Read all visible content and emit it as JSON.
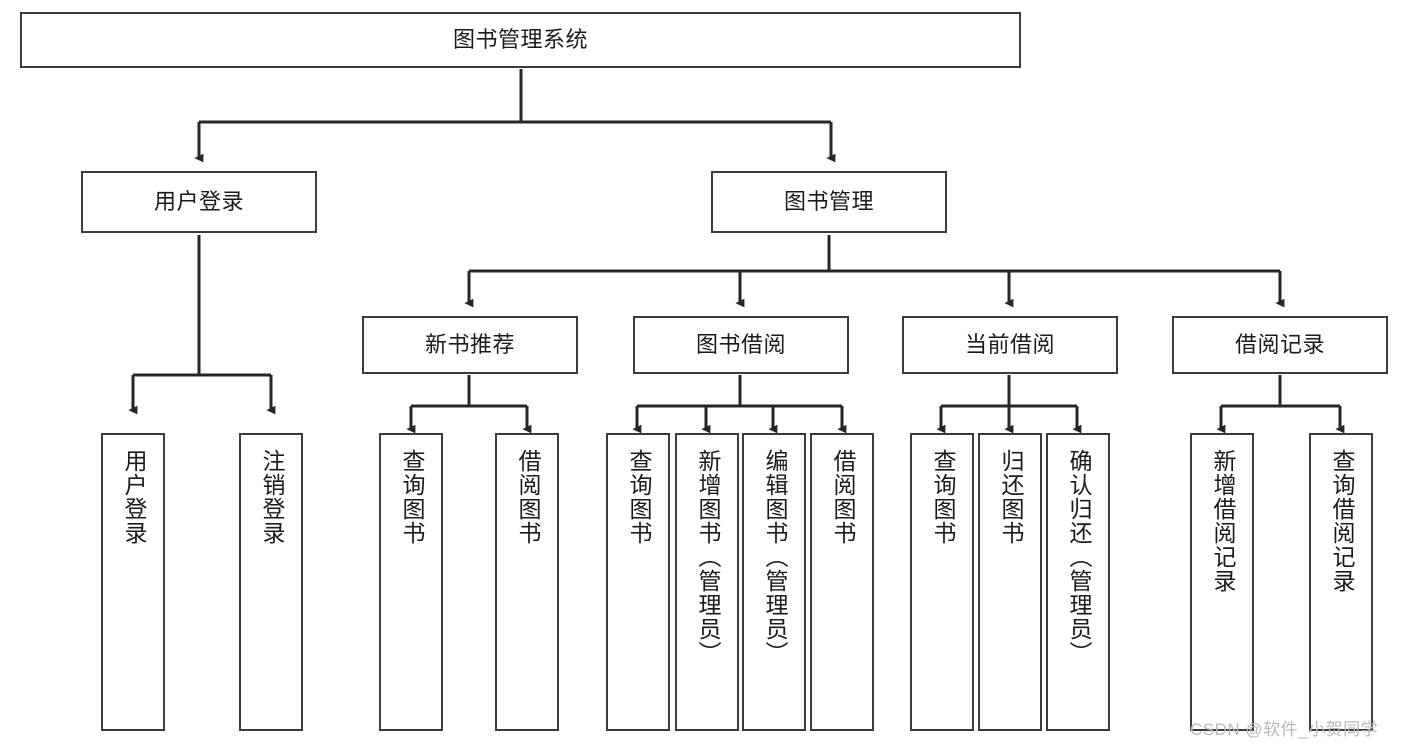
{
  "diagram": {
    "title": "图书管理系统",
    "watermark": "CSDN @软件_小贺同学",
    "colors": {
      "box_border": "#3b3b3b",
      "box_fill": "#ffffff",
      "connector": "#262626",
      "text": "#1b1b1b",
      "watermark": "#b9b9b9"
    },
    "levels": {
      "root": {
        "label": "图书管理系统"
      },
      "level2": [
        {
          "label": "用户登录"
        },
        {
          "label": "图书管理"
        }
      ],
      "level3": [
        {
          "label": "新书推荐"
        },
        {
          "label": "图书借阅"
        },
        {
          "label": "当前借阅"
        },
        {
          "label": "借阅记录"
        }
      ],
      "leaves": {
        "user_login": [
          {
            "label": "用户登录"
          },
          {
            "label": "注销登录"
          }
        ],
        "new_book": [
          {
            "label": "查询图书"
          },
          {
            "label": "借阅图书"
          }
        ],
        "book_borrow": [
          {
            "label": "查询图书"
          },
          {
            "label": "新增图书（管理员）"
          },
          {
            "label": "编辑图书（管理员）"
          },
          {
            "label": "借阅图书"
          }
        ],
        "current_borrow": [
          {
            "label": "查询图书"
          },
          {
            "label": "归还图书"
          },
          {
            "label": "确认归还（管理员）"
          }
        ],
        "borrow_record": [
          {
            "label": "新增借阅记录"
          },
          {
            "label": "查询借阅记录"
          }
        ]
      }
    }
  }
}
